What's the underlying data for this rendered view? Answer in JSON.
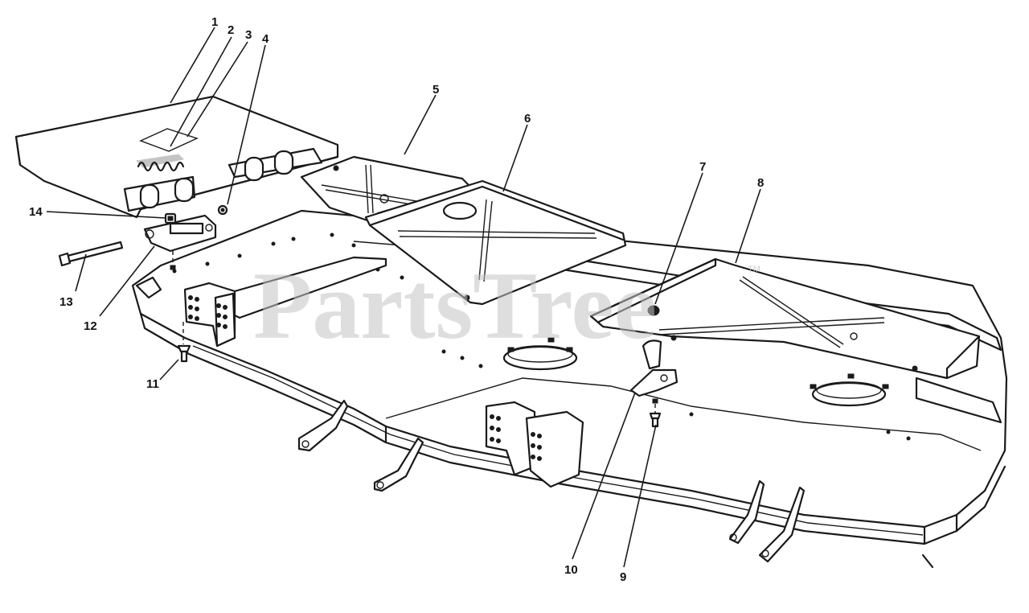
{
  "watermark": {
    "text": "PartsTree",
    "trademark": "TM",
    "color": "#c4c4c4"
  },
  "callouts": [
    {
      "id": "1",
      "label": "1"
    },
    {
      "id": "2",
      "label": "2"
    },
    {
      "id": "3",
      "label": "3"
    },
    {
      "id": "4",
      "label": "4"
    },
    {
      "id": "5",
      "label": "5"
    },
    {
      "id": "6",
      "label": "6"
    },
    {
      "id": "7",
      "label": "7"
    },
    {
      "id": "8",
      "label": "8"
    },
    {
      "id": "9",
      "label": "9"
    },
    {
      "id": "10",
      "label": "10"
    },
    {
      "id": "11",
      "label": "11"
    },
    {
      "id": "12",
      "label": "12"
    },
    {
      "id": "13",
      "label": "13"
    },
    {
      "id": "14",
      "label": "14"
    }
  ],
  "line_color": "#1a1a1a"
}
